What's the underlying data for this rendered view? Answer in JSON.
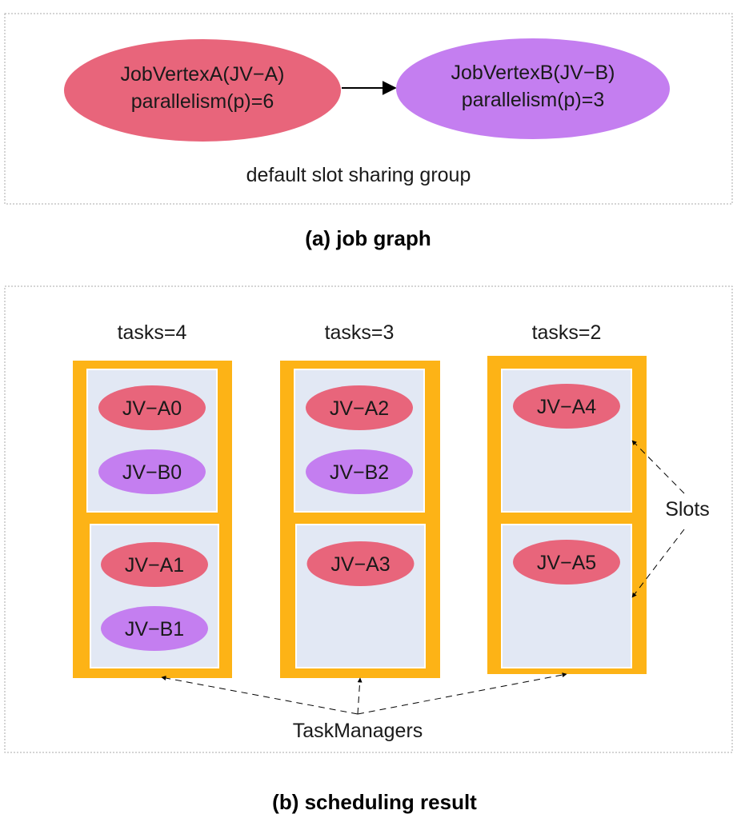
{
  "job_graph": {
    "vertex_a": {
      "line1": "JobVertexA(JV−A)",
      "line2": "parallelism(p)=6"
    },
    "vertex_b": {
      "line1": "JobVertexB(JV−B)",
      "line2": "parallelism(p)=3"
    },
    "group_label": "default slot sharing group",
    "caption": "(a) job graph"
  },
  "scheduling": {
    "task_managers": [
      {
        "label": "tasks=4",
        "slots": [
          [
            "JV−A0",
            "JV−B0"
          ],
          [
            "JV−A1",
            "JV−B1"
          ]
        ]
      },
      {
        "label": "tasks=3",
        "slots": [
          [
            "JV−A2",
            "JV−B2"
          ],
          [
            "JV−A3"
          ]
        ]
      },
      {
        "label": "tasks=2",
        "slots": [
          [
            "JV−A4"
          ],
          [
            "JV−A5"
          ]
        ]
      }
    ],
    "slots_label": "Slots",
    "taskmanagers_label": "TaskManagers",
    "caption": "(b) scheduling result"
  },
  "colors": {
    "vertex_a": "#e8657b",
    "vertex_b": "#c47ef0",
    "task_manager": "#fdb316",
    "slot": "#e2e8f4",
    "dotted_border": "#aaaaaa"
  }
}
